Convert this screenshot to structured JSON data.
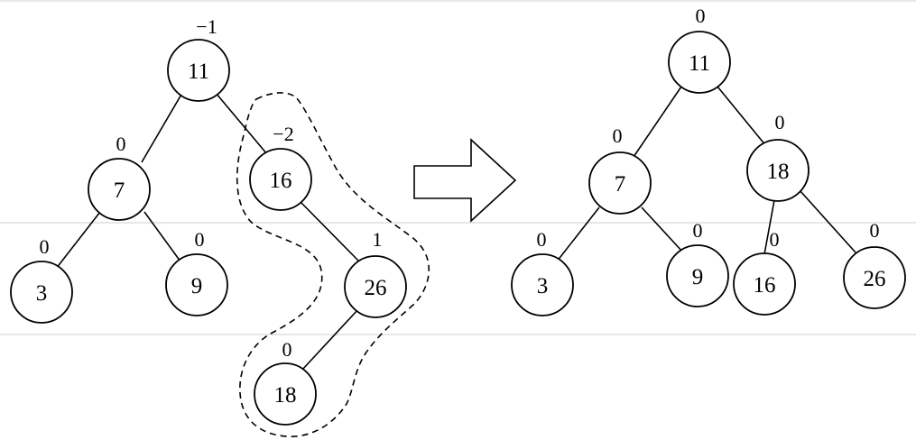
{
  "before_tree": {
    "nodes": [
      {
        "id": "b11",
        "key": "11",
        "balance": "−1"
      },
      {
        "id": "b7",
        "key": "7",
        "balance": "0"
      },
      {
        "id": "b16",
        "key": "16",
        "balance": "−2"
      },
      {
        "id": "b3",
        "key": "3",
        "balance": "0"
      },
      {
        "id": "b9",
        "key": "9",
        "balance": "0"
      },
      {
        "id": "b26",
        "key": "26",
        "balance": "1"
      },
      {
        "id": "b18",
        "key": "18",
        "balance": "0"
      }
    ]
  },
  "after_tree": {
    "nodes": [
      {
        "id": "a11",
        "key": "11",
        "balance": "0"
      },
      {
        "id": "a7",
        "key": "7",
        "balance": "0"
      },
      {
        "id": "a18",
        "key": "18",
        "balance": "0"
      },
      {
        "id": "a3",
        "key": "3",
        "balance": "0"
      },
      {
        "id": "a9",
        "key": "9",
        "balance": "0"
      },
      {
        "id": "a16",
        "key": "16",
        "balance": "0"
      },
      {
        "id": "a26",
        "key": "26",
        "balance": "0"
      }
    ]
  }
}
